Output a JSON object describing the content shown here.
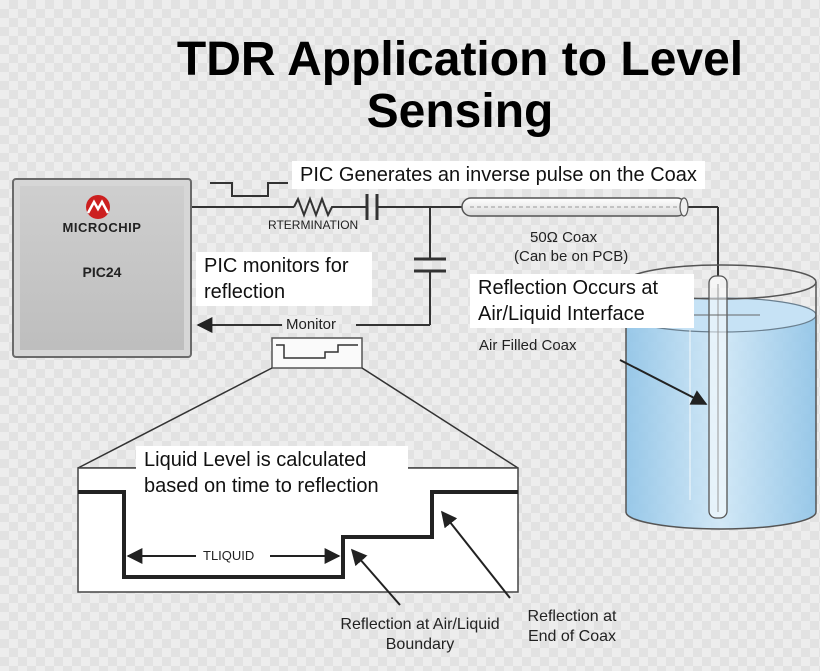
{
  "title": "TDR Application to Level Sensing",
  "callouts": {
    "pic_generates": "PIC Generates an inverse pulse on the Coax",
    "pic_monitors": "PIC monitors for reflection",
    "reflection_occurs": "Reflection Occurs at Air/Liquid Interface",
    "liquid_level": "Liquid Level is calculated based on time to reflection"
  },
  "chip": {
    "brand": "MICROCHIP",
    "part": "PIC24"
  },
  "labels": {
    "r_termination": "RTERMINATION",
    "coax": "50Ω Coax",
    "coax_note": "(Can be on PCB)",
    "monitor": "Monitor",
    "air_filled_coax": "Air Filled Coax",
    "t_liquid": "TLIQUID",
    "reflection_boundary": "Reflection at Air/Liquid Boundary",
    "reflection_end": "Reflection at End of Coax"
  },
  "colors": {
    "logo_red": "#cc1f1f",
    "water": "#a9d4ef",
    "line": "#333333"
  }
}
